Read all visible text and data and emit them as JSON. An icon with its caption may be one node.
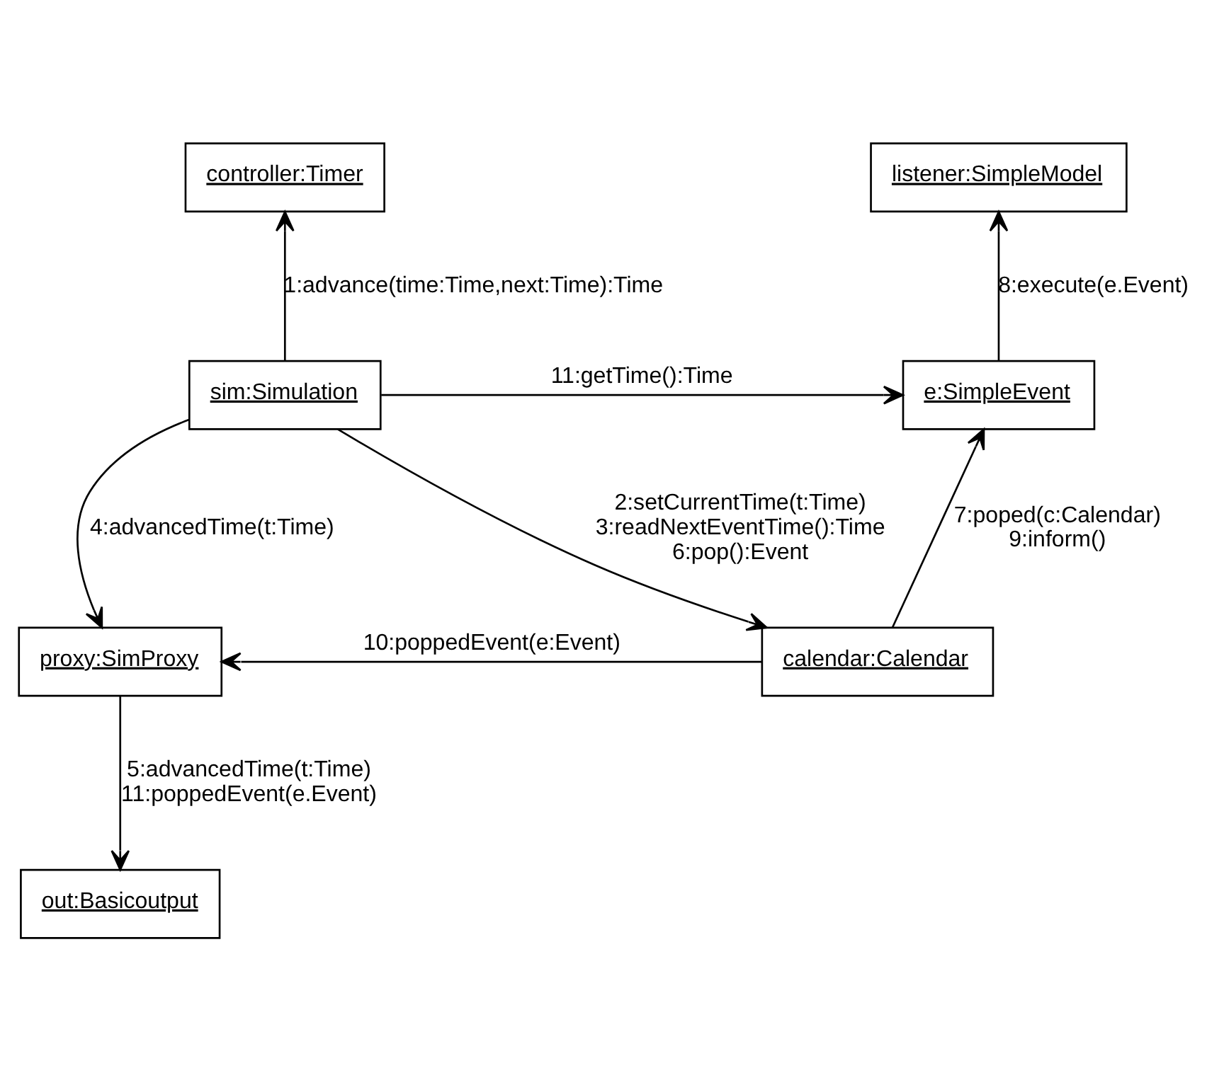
{
  "diagram": {
    "nodes": [
      {
        "text": [
          "controller:Timer"
        ]
      },
      {
        "text": [
          "listener:SimpleModel"
        ]
      },
      {
        "text": [
          "sim:Simulation"
        ]
      },
      {
        "text": [
          "e:SimpleEvent"
        ]
      },
      {
        "text": [
          "proxy:SimProxy"
        ]
      },
      {
        "text": [
          "calendar:Calendar"
        ]
      },
      {
        "text": [
          "out:Basicoutput"
        ]
      }
    ],
    "edges": [
      {
        "from": 2,
        "to": 0,
        "arrow": "to",
        "label": "1:advance(time:Time,next:Time):Time"
      },
      {
        "from": 3,
        "to": 1,
        "arrow": "to",
        "label": "8:execute(e.Event)"
      },
      {
        "from": 2,
        "to": 3,
        "arrow": "to",
        "label": "11:getTime():Time"
      },
      {
        "from": 2,
        "to": 4,
        "arrow": "to",
        "label": "4:advancedTime(t:Time)"
      },
      {
        "from": 2,
        "to": 5,
        "arrow": "to",
        "label": "2:setCurrentTime(t:Time) 3:readNextEventTime():Time 6:pop():Event"
      },
      {
        "from": 5,
        "to": 3,
        "arrow": "to",
        "label": "7:poped(c:Calendar) 9:inform()"
      },
      {
        "from": 5,
        "to": 4,
        "arrow": "to",
        "label": "10:poppedEvent(e:Event)"
      },
      {
        "from": 4,
        "to": 6,
        "arrow": "to",
        "label": "5:advancedTime(t:Time) 11:poppedEvent(e.Event)"
      }
    ]
  }
}
